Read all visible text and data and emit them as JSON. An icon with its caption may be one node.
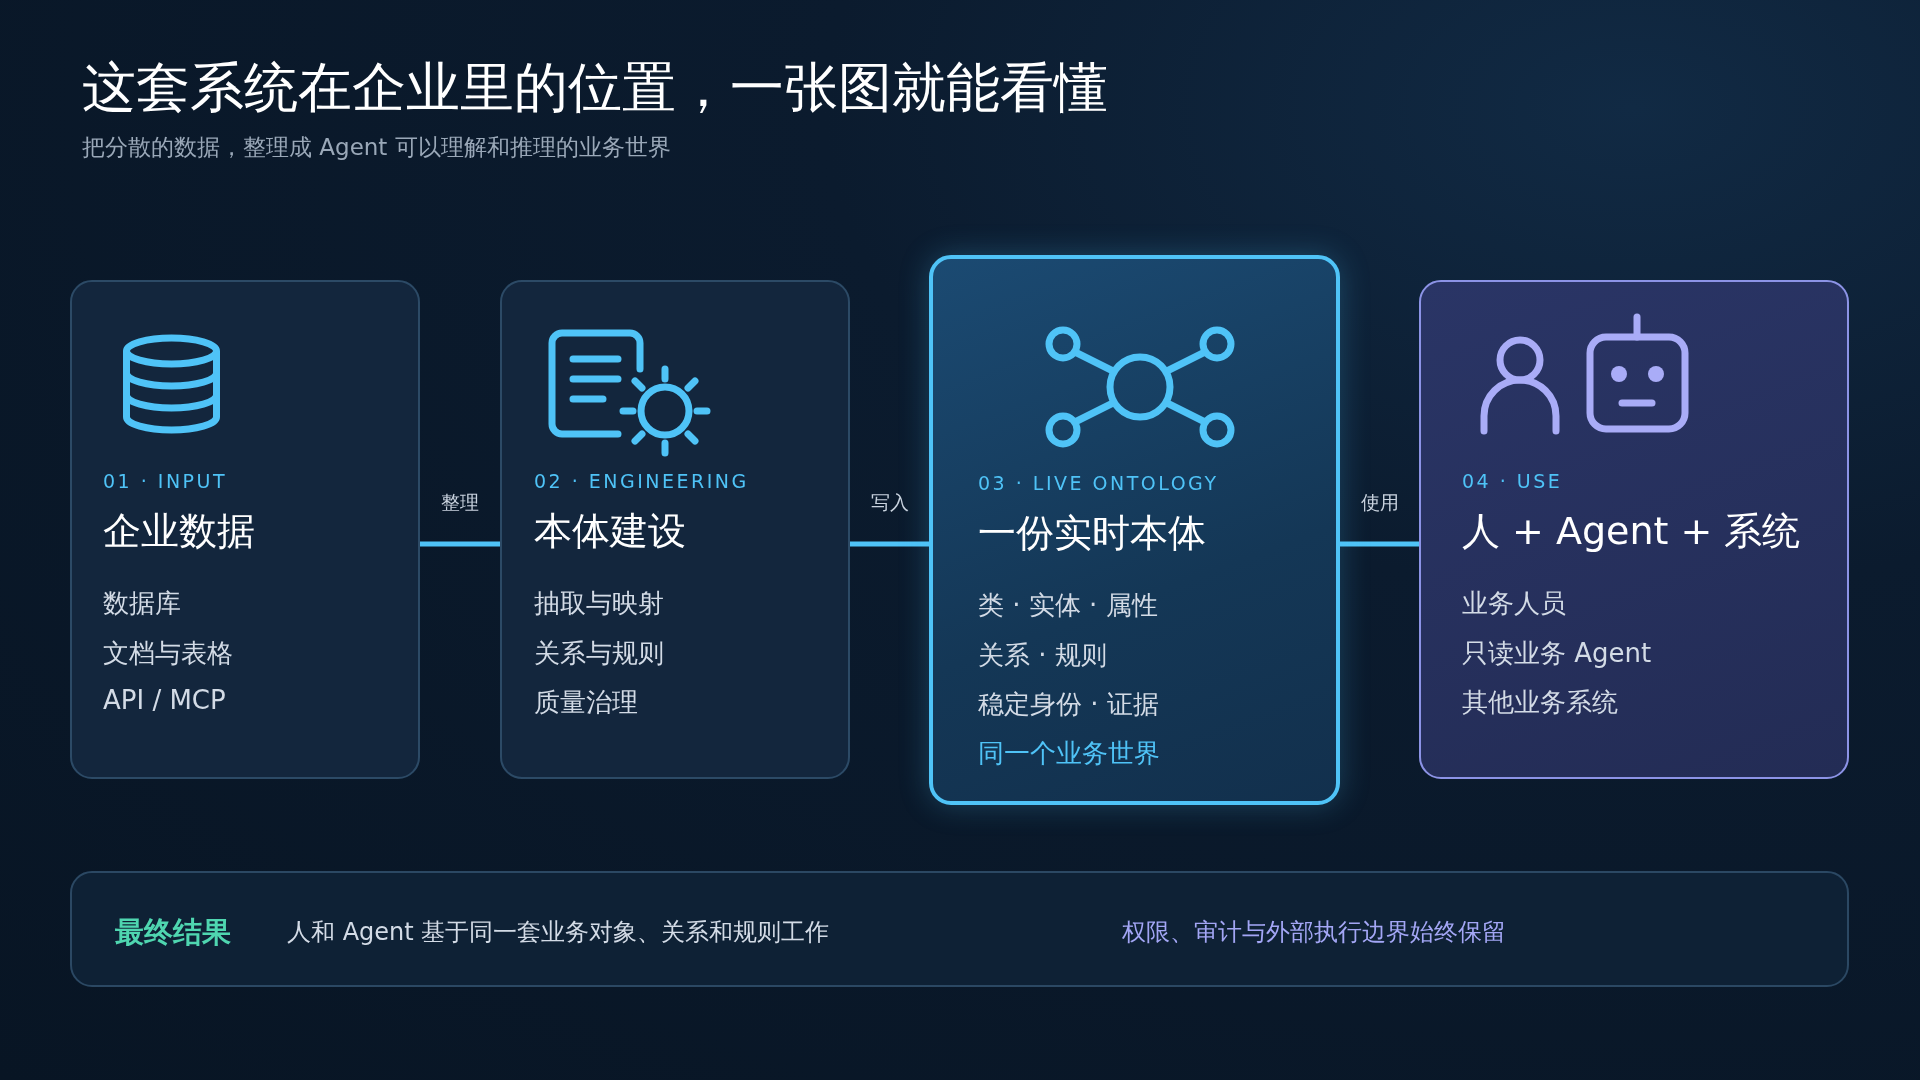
{
  "diagram": {
    "title": "这套系统在企业里的位置，一张图就能看懂",
    "nodes": [
      {
        "text": [
          "01 · INPUT",
          "企业数据",
          "数据库",
          "文档与表格",
          "API / MCP"
        ]
      },
      {
        "text": [
          "02 · ENGINEERING",
          "本体建设",
          "抽取与映射",
          "关系与规则",
          "质量治理"
        ]
      },
      {
        "text": [
          "03 · LIVE ONTOLOGY",
          "一份实时本体",
          "类 · 实体 · 属性",
          "关系 · 规则",
          "稳定身份 · 证据",
          "同一个业务世界"
        ]
      },
      {
        "text": [
          "04 · USE",
          "人 + Agent + 系统",
          "业务人员",
          "只读业务 Agent",
          "其他业务系统"
        ]
      },
      {
        "text": [
          "最终结果",
          "人和 Agent 基于同一套业务对象、关系和规则工作",
          "权限、审计与外部执行边界始终保留"
        ]
      }
    ],
    "edges": [
      {
        "from": 0,
        "to": 1,
        "arrow": "none",
        "label": "整理"
      },
      {
        "from": 1,
        "to": 2,
        "arrow": "none",
        "label": "写入"
      },
      {
        "from": 2,
        "to": 3,
        "arrow": "none",
        "label": "使用"
      }
    ],
    "labels": [
      "把分散的数据，整理成 Agent 可以理解和推理的业务世界"
    ]
  }
}
